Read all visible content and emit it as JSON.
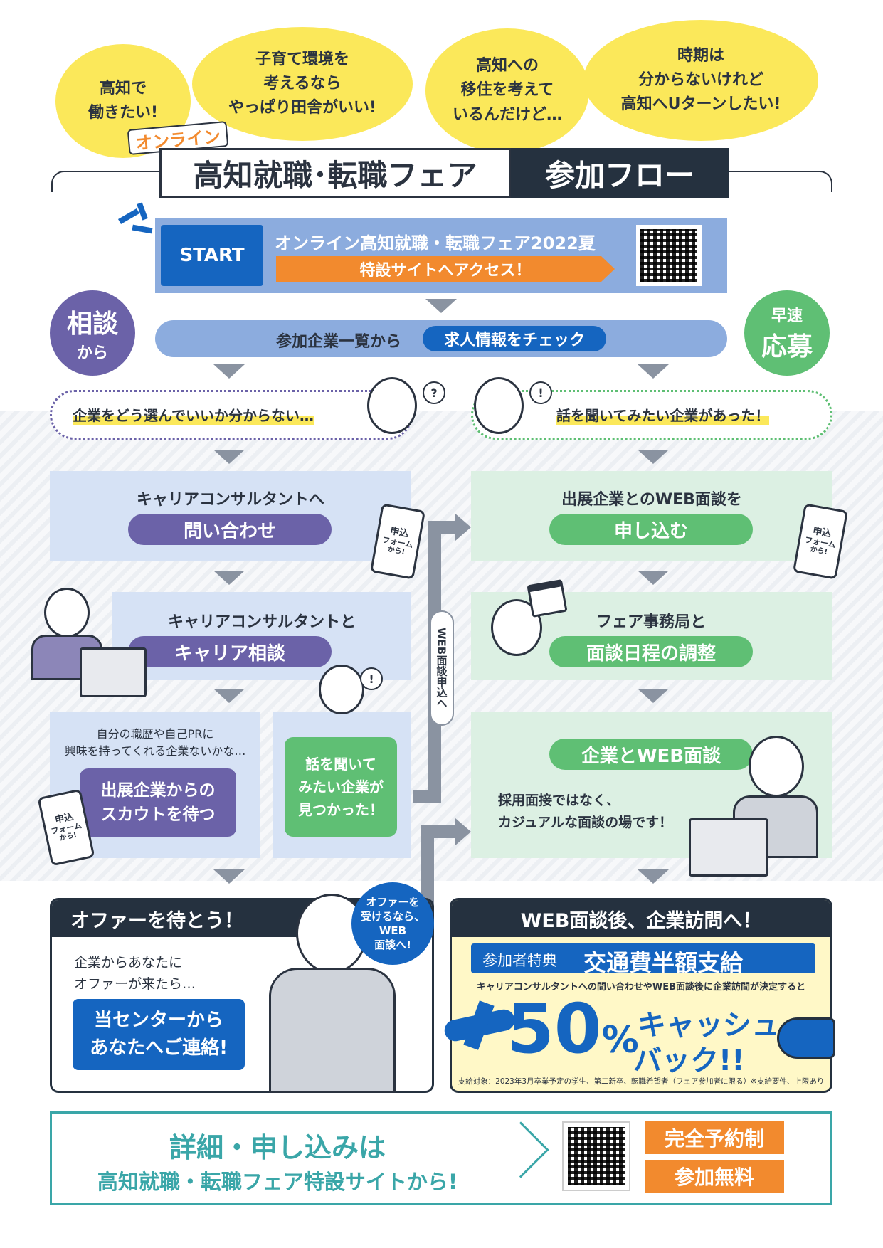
{
  "colors": {
    "navy": "#25313f",
    "blue": "#1565c0",
    "lavender": "#6b62a8",
    "green": "#5fbf74",
    "orange": "#f28a2e",
    "teal": "#3aa6a8",
    "yellow": "#fbe85a",
    "lightblue": "#d6e2f5",
    "lightgreen": "#dcf0e3"
  },
  "bubbles": [
    "高知で\n働きたい!",
    "子育て環境を\n考えるなら\nやっぱり田舎がいい!",
    "高知への\n移住を考えて\nいるんだけど…",
    "時期は\n分からないけれど\n高知へUターンしたい!"
  ],
  "title": {
    "tag": "オンライン",
    "main": "高知就職･転職フェア",
    "sub": "参加フロー"
  },
  "start": {
    "label": "START",
    "text": "オンライン高知就職・転職フェア2022夏",
    "arrow": "特設サイトへアクセス！"
  },
  "check": {
    "prefix": "参加企業一覧から",
    "highlight": "求人情報をチェック"
  },
  "left_badge": {
    "line1": "相談",
    "line2": "から"
  },
  "right_badge": {
    "line1": "早速",
    "line2": "応募"
  },
  "left_worry": "企業をどう選んでいいか分からない…",
  "right_worry": "話を聞いてみたい企業があった！",
  "left_steps": [
    {
      "text": "キャリアコンサルタントへ",
      "pill": "問い合わせ"
    },
    {
      "text": "キャリアコンサルタントと",
      "pill": "キャリア相談"
    }
  ],
  "scout": {
    "text": "自分の職歴や自己PRに\n興味を持ってくれる企業ないかな…",
    "pill": "出展企業からの\nスカウトを待つ"
  },
  "found": "話を聞いて\nみたい企業が\n見つかった！",
  "web_apply": "WEB面談申込へ",
  "phone_label": {
    "a": "申込",
    "b": "フォーム",
    "c": "から!"
  },
  "right_steps": [
    {
      "text": "出展企業とのWEB面談を",
      "pill": "申し込む"
    },
    {
      "text": "フェア事務局と",
      "pill": "面談日程の調整"
    }
  ],
  "web_interview": {
    "pill": "企業とWEB面談",
    "text": "採用面接ではなく、\nカジュアルな面談の場です！"
  },
  "offer": {
    "title": "オファーを待とう！",
    "text": "企業からあなたに\nオファーが来たら…",
    "box": "当センターから\nあなたへご連絡!",
    "bubble": "オファーを\n受けるなら、\nWEB\n面談へ!"
  },
  "visit": {
    "title": "WEB面談後、企業訪問へ！",
    "benefit_label": "参加者特典",
    "benefit": "交通費半額支給",
    "note": "キャリアコンサルタントへの問い合わせやWEB面談後に企業訪問が決定すると",
    "percent": "50",
    "percent_sign": "%",
    "cash1": "キャッシュ",
    "cash2": "バック!!",
    "fine": "支給対象：2023年3月卒業予定の学生、第二新卒、転職希望者（フェア参加者に限る）※支給要件、上限あり"
  },
  "footer": {
    "line1": "詳細・申し込みは",
    "line2": "高知就職・転職フェア特設サイトから!",
    "tag1": "完全予約制",
    "tag2": "参加無料"
  }
}
